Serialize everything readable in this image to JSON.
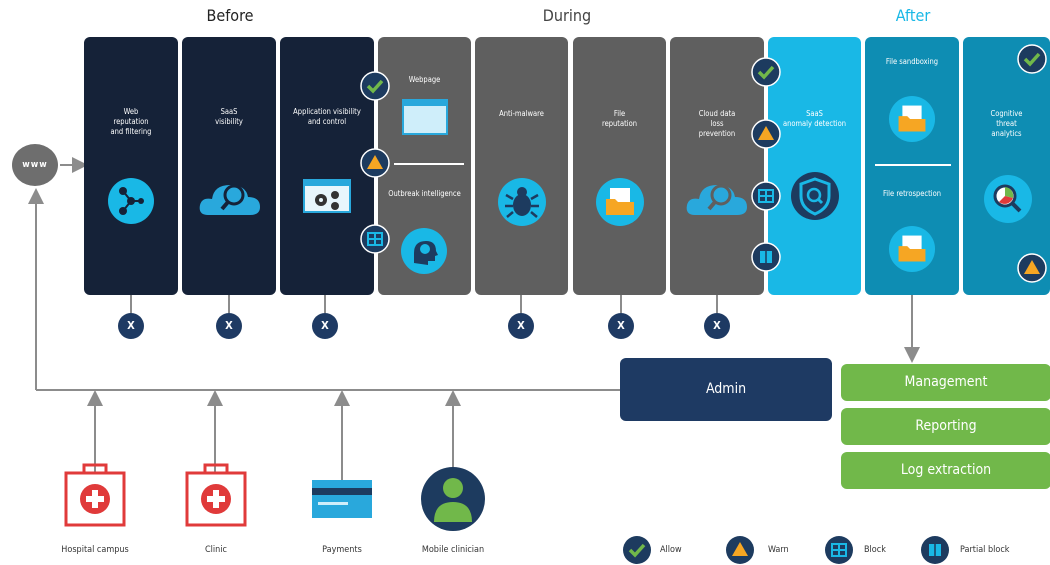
{
  "headers": {
    "before": "Before",
    "during": "During",
    "after": "After"
  },
  "colors": {
    "dark": "#152238",
    "gray": "#5f5f5f",
    "cyan": "#19b8e6",
    "teal": "#0e8db3",
    "navy": "#1e3a63",
    "green": "#71b84a",
    "after_header": "#19b8e6"
  },
  "www_label": "www",
  "panels": [
    {
      "label": "Web\nreputation\nand filtering"
    },
    {
      "label": "SaaS\nvisibility"
    },
    {
      "label": "Application visibility\nand control"
    },
    {
      "label": "Webpage",
      "label2": "Outbreak intelligence"
    },
    {
      "label": "Anti-malware"
    },
    {
      "label": "File\nreputation"
    },
    {
      "label": "Cloud data\nloss\nprevention"
    },
    {
      "label": "SaaS\nanomaly detection"
    },
    {
      "label": "File sandboxing",
      "label2": "File retrospection"
    },
    {
      "label": "Cognitive\nthreat\nanalytics"
    }
  ],
  "block_mark": "X",
  "admin_label": "Admin",
  "actions": [
    "Management",
    "Reporting",
    "Log extraction"
  ],
  "sources": [
    "Hospital campus",
    "Clinic",
    "Payments",
    "Mobile clinician"
  ],
  "legend": {
    "allow": "Allow",
    "warn": "Warn",
    "block": "Block",
    "partial": "Partial block"
  }
}
